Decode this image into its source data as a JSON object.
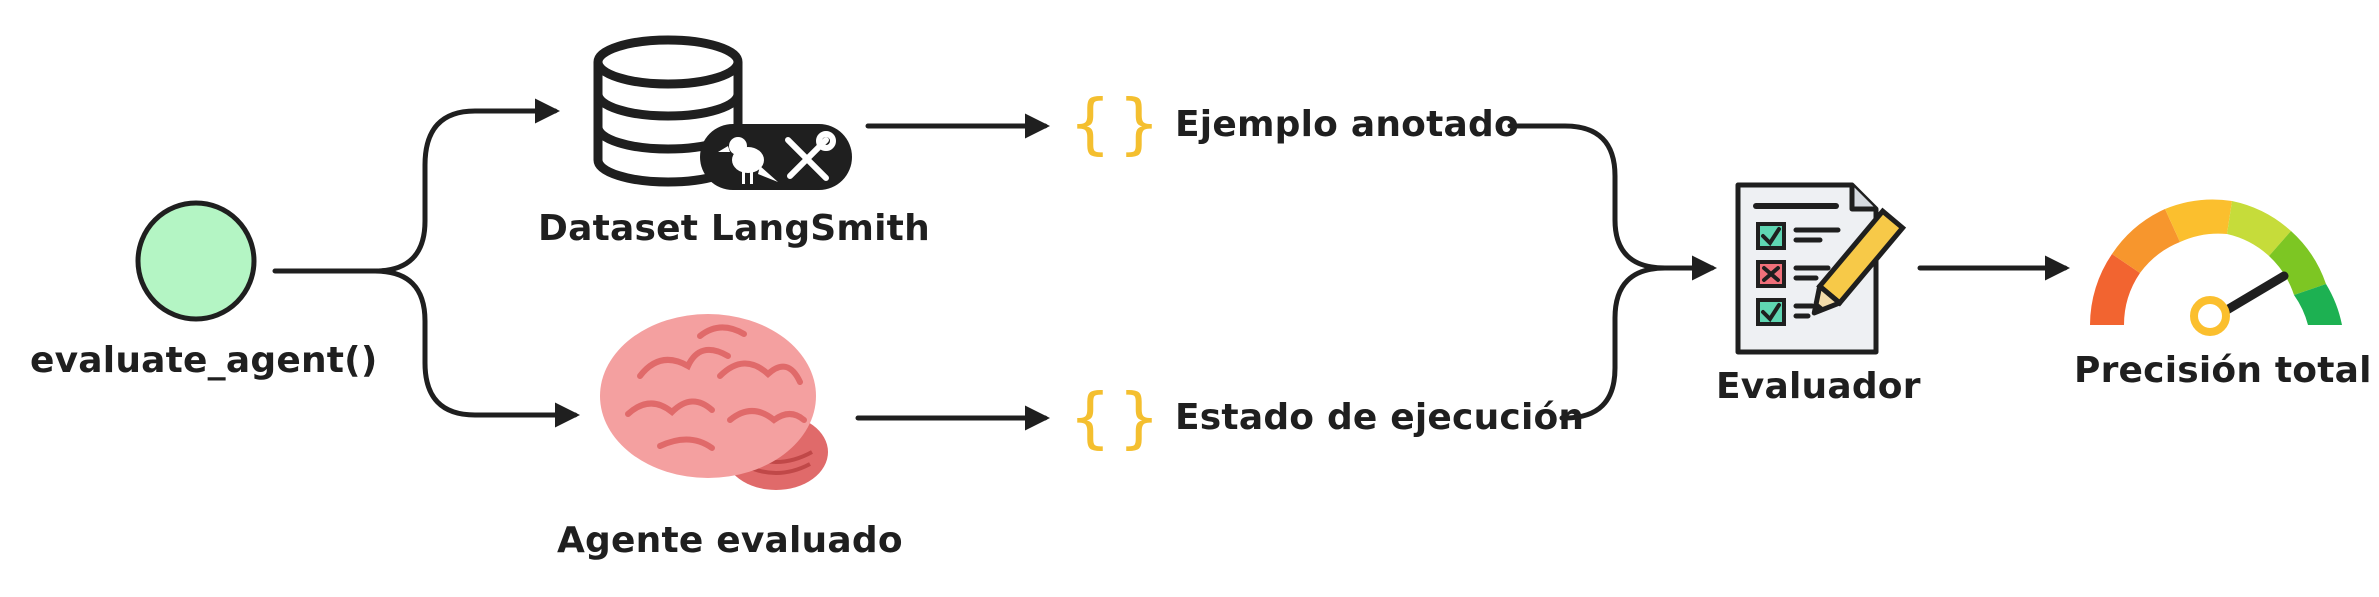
{
  "nodes": {
    "start": {
      "label": "evaluate_agent()",
      "icon": "start-circle-icon"
    },
    "dataset": {
      "label": "Dataset LangSmith",
      "icon": "database-icon",
      "badge_icons": [
        "parrot-icon",
        "tools-icon"
      ]
    },
    "agent": {
      "label": "Agente evaluado",
      "icon": "brain-icon"
    },
    "example": {
      "label": "Ejemplo anotado",
      "icon": "curly-braces-icon"
    },
    "state": {
      "label": "Estado de ejecución",
      "icon": "curly-braces-icon"
    },
    "evaluator": {
      "label": "Evaluador",
      "icon": "checklist-icon"
    },
    "accuracy": {
      "label": "Precisión total",
      "icon": "gauge-icon"
    }
  },
  "colors": {
    "start_fill": "#b4f5c4",
    "ink": "#1f1f1f",
    "brace": "#f4bf2f",
    "brain": "#f4a0a0",
    "brain_dark": "#e06a6a",
    "gauge": [
      "#f26430",
      "#f7962d",
      "#fbbf2e",
      "#c6dc3a",
      "#7dc623",
      "#1db152"
    ]
  }
}
